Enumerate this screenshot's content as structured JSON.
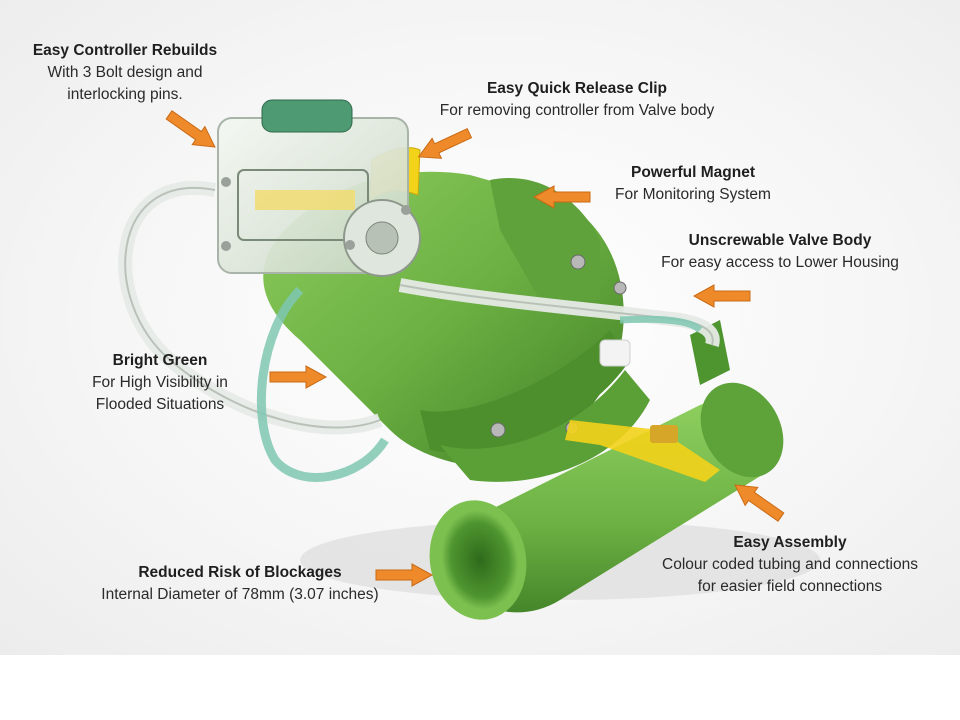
{
  "callouts": [
    {
      "id": "rebuilds",
      "title": "Easy Controller Rebuilds",
      "lines": [
        "With 3 Bolt design and",
        "interlocking pins."
      ]
    },
    {
      "id": "clip",
      "title": "Easy Quick Release Clip",
      "lines": [
        "For removing controller from Valve body"
      ]
    },
    {
      "id": "magnet",
      "title": "Powerful Magnet",
      "lines": [
        "For Monitoring System"
      ]
    },
    {
      "id": "body",
      "title": "Unscrewable Valve Body",
      "lines": [
        "For easy access to Lower Housing"
      ]
    },
    {
      "id": "green",
      "title": "Bright Green",
      "lines": [
        "For High Visibility in",
        "Flooded Situations"
      ]
    },
    {
      "id": "assembly",
      "title": "Easy Assembly",
      "lines": [
        "Colour coded tubing and connections",
        "for easier field connections"
      ]
    },
    {
      "id": "blockages",
      "title": "Reduced Risk of Blockages",
      "lines": [
        "Internal Diameter of 78mm (3.07 inches)"
      ]
    }
  ],
  "colors": {
    "valve_green": "#6cb043",
    "valve_dark": "#3f7d24",
    "arrow_orange": "#ef8a2a",
    "clip_yellow": "#f3d21a",
    "text": "#2a2a2a"
  }
}
